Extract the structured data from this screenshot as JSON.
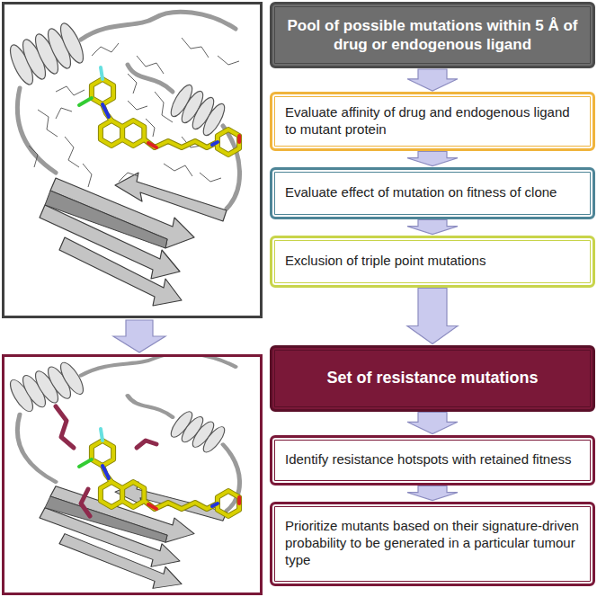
{
  "diagram": {
    "nodes": [
      {
        "text": [
          "Pool of possible mutations within 5 Å of drug or endogenous ligand"
        ]
      },
      {
        "text": [
          "Evaluate affinity of drug and endogenous ligand to mutant protein"
        ]
      },
      {
        "text": [
          "Evaluate effect of mutation on fitness of clone"
        ]
      },
      {
        "text": [
          "Exclusion of triple point mutations"
        ]
      },
      {
        "text": [
          "Set of resistance mutations"
        ]
      },
      {
        "text": [
          "Identify resistance hotspots with retained fitness"
        ]
      },
      {
        "text": [
          "Prioritize mutants based on their signature-driven probability to be generated in a particular tumour type"
        ]
      }
    ],
    "edges": [
      {
        "from": 0,
        "to": 1,
        "arrow": "to"
      },
      {
        "from": 1,
        "to": 2,
        "arrow": "to"
      },
      {
        "from": 2,
        "to": 3,
        "arrow": "to"
      },
      {
        "from": 3,
        "to": 4,
        "arrow": "to"
      },
      {
        "from": 4,
        "to": 5,
        "arrow": "to"
      },
      {
        "from": 5,
        "to": 6,
        "arrow": "to"
      }
    ]
  }
}
